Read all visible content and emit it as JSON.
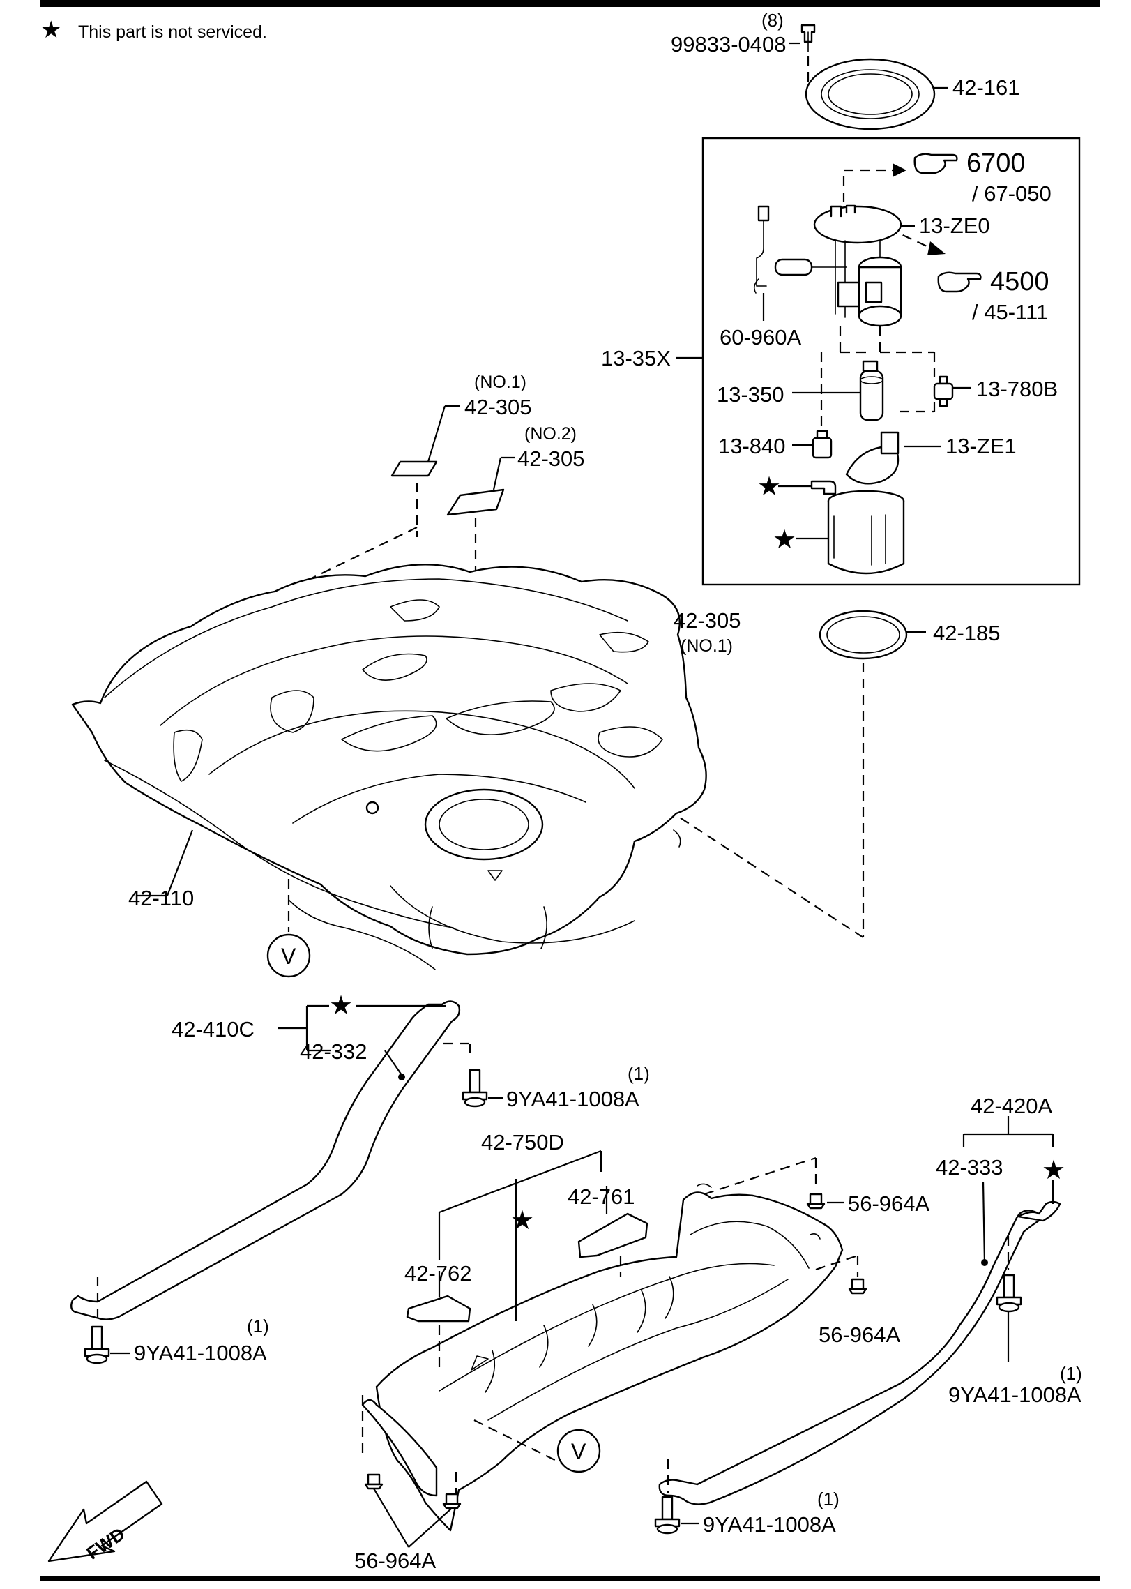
{
  "notice": {
    "star": "★",
    "text": "This part is not serviced."
  },
  "labels": {
    "bolt_qty_top": "(8)",
    "bolt_top": "99833-0408",
    "gasket_ring": "42-161",
    "ref_6700": "6700",
    "ref_67050": "/ 67-050",
    "pump_cap": "13-ZE0",
    "ref_4500": "4500",
    "ref_45111": "/ 45-111",
    "wiring": "60-960A",
    "pump_assy": "13-35X",
    "pump": "13-350",
    "sender": "13-780B",
    "regulator": "13-840",
    "bracket": "13-ZE1",
    "seal_ring": "42-185",
    "pad_no1_note": "(NO.1)",
    "pad_a": "42-305",
    "pad_no2_note": "(NO.2)",
    "pad_b": "42-305",
    "pad_c": "42-305",
    "pad_c_note": "(NO.1)",
    "tank": "42-110",
    "view_v_1": "V",
    "strap_left_assy": "42-410C",
    "strap_left": "42-332",
    "bolt_qty_1": "(1)",
    "bolt_1": "9YA41-1008A",
    "insulator_assy": "42-750D",
    "insulator_761": "42-761",
    "clip_1": "56-964A",
    "strap_right_assy": "42-420A",
    "strap_right": "42-333",
    "insulator_762": "42-762",
    "clip_2": "56-964A",
    "bolt_qty_2": "(1)",
    "bolt_2": "9YA41-1008A",
    "bolt_qty_3": "(1)",
    "bolt_3": "9YA41-1008A",
    "view_v_2": "V",
    "clip_3": "56-964A",
    "bolt_qty_4": "(1)",
    "bolt_4": "9YA41-1008A",
    "fwd": "FWD"
  },
  "markers": {
    "not_serviced": "★"
  },
  "icons": [
    "pointing-hand-icon",
    "star-icon",
    "fwd-arrow-icon"
  ],
  "colors": {
    "ink": "#000000",
    "paper": "#ffffff"
  }
}
